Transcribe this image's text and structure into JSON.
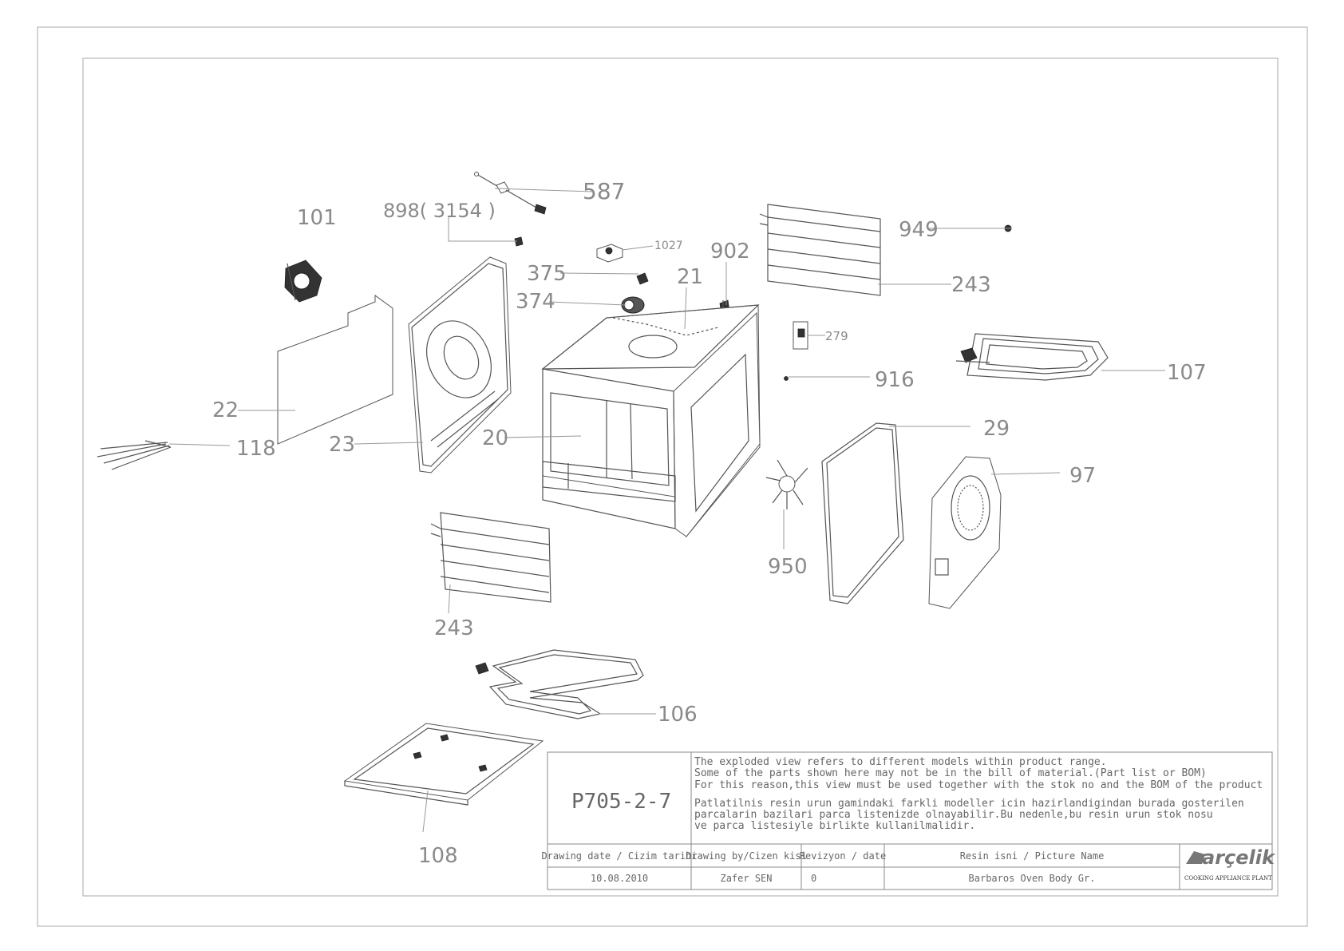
{
  "callouts": {
    "p587": "587",
    "p898": "898( 3154 )",
    "p101": "101",
    "p1027": "1027",
    "p902": "902",
    "p949": "949",
    "p375": "375",
    "p21": "21",
    "p243_top": "243",
    "p374": "374",
    "p279": "279",
    "p107": "107",
    "p916": "916",
    "p22": "22",
    "p29": "29",
    "p23": "23",
    "p20": "20",
    "p118": "118",
    "p97": "97",
    "p950": "950",
    "p243_bottom": "243",
    "p106": "106",
    "p108": "108"
  },
  "title_block": {
    "drawing_no": "P705-2-7",
    "note_en": [
      "The exploded view refers to different models within product range.",
      "Some of the parts shown here may not be in the bill of material.(Part list or BOM)",
      "For this reason,this view must be used together with the stok no and the BOM of the product"
    ],
    "note_tr": [
      "Patlatilnis resin urun gamindaki farkli modeller icin hazirlandigindan burada gosterilen",
      "parcalarin bazilari parca listenizde olnayabilir.Bu nedenle,bu resin urun stok nosu",
      "ve parca listesiyle birlikte kullanilmalidir."
    ],
    "headers": {
      "date": "Drawing date / Cizim tarihi",
      "by": "Drawing by/Cizen kisi",
      "rev": "Revizyon / date",
      "name": "Resin isni / Picture Name"
    },
    "values": {
      "date": "10.08.2010",
      "by": "Zafer SEN",
      "rev": "0",
      "name": "Barbaros Oven Body Gr."
    },
    "brand": "arçelik",
    "plant": "COOKING APPLIANCE PLANT"
  }
}
